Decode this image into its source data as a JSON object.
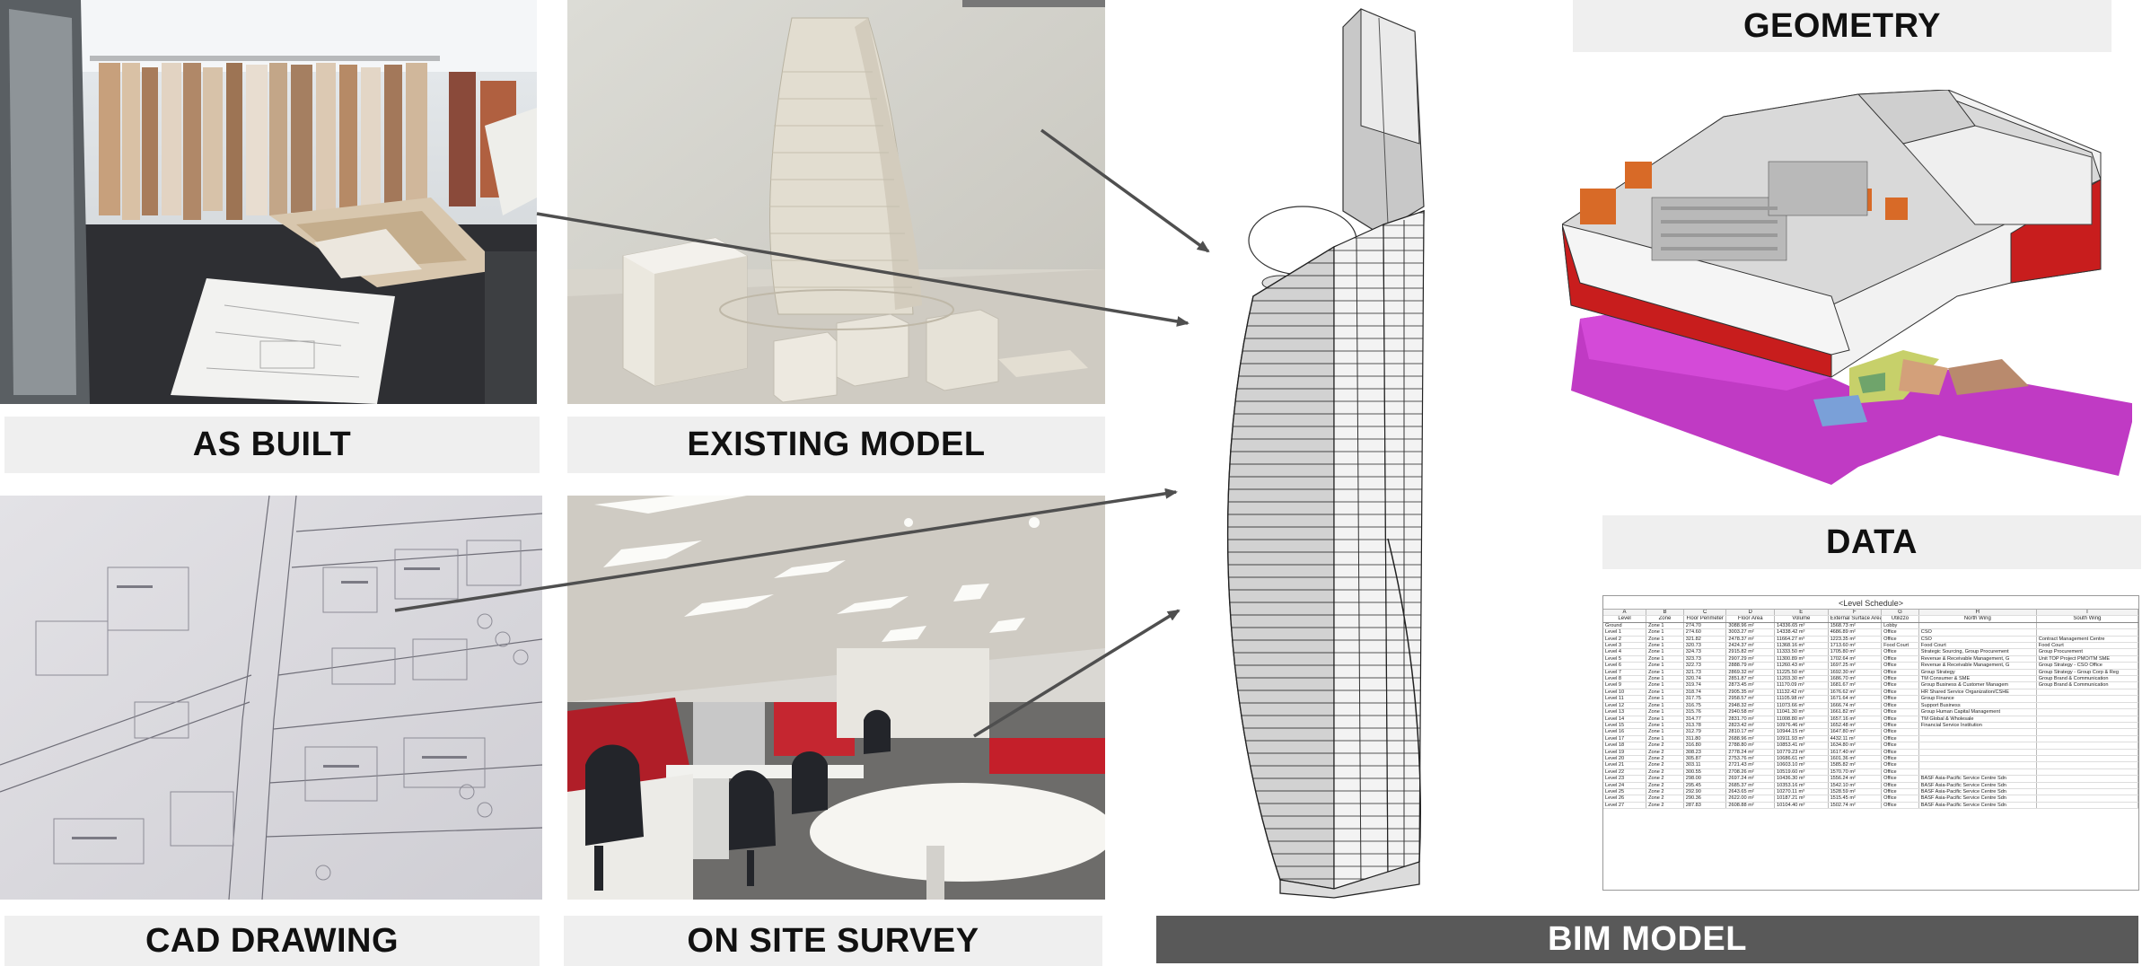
{
  "labels": {
    "as_built": "AS BUILT",
    "existing_model": "EXISTING MODEL",
    "cad_drawing": "CAD DRAWING",
    "on_site_survey": "ON SITE SURVEY",
    "geometry": "GEOMETRY",
    "data": "DATA",
    "bim_model": "BIM MODEL"
  },
  "schedule": {
    "title": "<Level Schedule>",
    "column_letters": [
      "A",
      "B",
      "C",
      "D",
      "E",
      "F",
      "G",
      "H",
      "I"
    ],
    "columns": [
      "Level",
      "Zone",
      "Floor Perimeter",
      "Floor Area",
      "Volume",
      "External Surface Area",
      "Utilizzo",
      "North Wing",
      "South Wing"
    ],
    "rows": [
      [
        "Ground",
        "Zone 1",
        "274.70",
        "3088.96 m²",
        "14336.65 m³",
        "1568.73 m²",
        "Lobby",
        "",
        ""
      ],
      [
        "Level 1",
        "Zone 1",
        "274.60",
        "3003.27 m²",
        "14338.42 m³",
        "4686.89 m²",
        "Office",
        "CSO",
        ""
      ],
      [
        "Level 2",
        "Zone 1",
        "321.82",
        "2478.37 m²",
        "11664.27 m³",
        "1223.35 m²",
        "Office",
        "CSO",
        "Contract Management Centre"
      ],
      [
        "Level 3",
        "Zone 1",
        "320.73",
        "2424.37 m²",
        "11368.16 m³",
        "1713.60 m²",
        "Food Court",
        "Food Court",
        "Food Court"
      ],
      [
        "Level 4",
        "Zone 1",
        "324.73",
        "2915.82 m²",
        "11333.50 m³",
        "1705.80 m²",
        "Office",
        "Strategic Sourcing, Group Procurement",
        "Group Procurement"
      ],
      [
        "Level 5",
        "Zone 1",
        "323.73",
        "2907.29 m²",
        "11300.89 m³",
        "1702.64 m²",
        "Office",
        "Revenue & Receivable Management, G",
        "Unit TOP Project PMO/TM SME"
      ],
      [
        "Level 6",
        "Zone 1",
        "322.73",
        "2888.79 m²",
        "11260.43 m³",
        "1697.25 m²",
        "Office",
        "Revenue & Receivable Management, G",
        "Group Strategy - CSO Office"
      ],
      [
        "Level 7",
        "Zone 1",
        "321.73",
        "2869.32 m²",
        "11225.50 m³",
        "1692.30 m²",
        "Office",
        "Group Strategy",
        "Group Strategy - Group Corp & Reg"
      ],
      [
        "Level 8",
        "Zone 1",
        "320.74",
        "2851.87 m²",
        "11203.30 m³",
        "1686.70 m²",
        "Office",
        "TM Consumer & SME",
        "Group Brand & Communication"
      ],
      [
        "Level 9",
        "Zone 1",
        "319.74",
        "2873.45 m²",
        "11170.09 m³",
        "1681.67 m²",
        "Office",
        "Group Business & Customer Managem",
        "Group Brand & Communication"
      ],
      [
        "Level 10",
        "Zone 1",
        "318.74",
        "2905.35 m²",
        "11132.42 m³",
        "1676.62 m²",
        "Office",
        "HR Shared Service Organization/CSHE",
        ""
      ],
      [
        "Level 11",
        "Zone 1",
        "317.75",
        "2958.57 m²",
        "11105.98 m³",
        "1671.64 m²",
        "Office",
        "Group Finance",
        ""
      ],
      [
        "Level 12",
        "Zone 1",
        "316.75",
        "2948.32 m²",
        "11073.66 m³",
        "1666.74 m²",
        "Office",
        "Support Business",
        ""
      ],
      [
        "Level 13",
        "Zone 1",
        "315.76",
        "2940.58 m²",
        "11041.30 m³",
        "1661.82 m²",
        "Office",
        "Group Human Capital Management",
        ""
      ],
      [
        "Level 14",
        "Zone 1",
        "314.77",
        "2831.70 m²",
        "11008.80 m³",
        "1657.16 m²",
        "Office",
        "TM Global & Wholesale",
        ""
      ],
      [
        "Level 15",
        "Zone 1",
        "313.78",
        "2823.42 m²",
        "10976.46 m³",
        "1652.48 m²",
        "Office",
        "Financial Service Institution",
        ""
      ],
      [
        "Level 16",
        "Zone 1",
        "312.79",
        "2810.17 m²",
        "10944.15 m³",
        "1647.80 m²",
        "Office",
        "",
        ""
      ],
      [
        "Level 17",
        "Zone 1",
        "311.80",
        "2688.96 m²",
        "10911.93 m³",
        "4432.11 m²",
        "Office",
        "",
        ""
      ],
      [
        "Level 18",
        "Zone 2",
        "316.80",
        "2788.80 m²",
        "10853.41 m³",
        "1634.80 m²",
        "Office",
        "",
        ""
      ],
      [
        "Level 19",
        "Zone 2",
        "308.23",
        "2778.24 m²",
        "10779.23 m³",
        "1617.40 m²",
        "Office",
        "",
        ""
      ],
      [
        "Level 20",
        "Zone 2",
        "305.87",
        "2753.76 m²",
        "10686.61 m³",
        "1601.36 m²",
        "Office",
        "",
        ""
      ],
      [
        "Level 21",
        "Zone 2",
        "303.11",
        "2721.43 m²",
        "10603.10 m³",
        "1585.82 m²",
        "Office",
        "",
        ""
      ],
      [
        "Level 22",
        "Zone 2",
        "300.55",
        "2708.26 m²",
        "10519.60 m³",
        "1570.70 m²",
        "Office",
        "",
        ""
      ],
      [
        "Level 23",
        "Zone 2",
        "298.00",
        "2697.24 m²",
        "10436.30 m³",
        "1556.24 m²",
        "Office",
        "BASF Asia-Pacific Service Centre Sdn",
        ""
      ],
      [
        "Level 24",
        "Zone 2",
        "295.45",
        "2685.37 m²",
        "10353.16 m³",
        "1542.10 m²",
        "Office",
        "BASF Asia-Pacific Service Centre Sdn",
        ""
      ],
      [
        "Level 25",
        "Zone 2",
        "292.90",
        "2643.65 m²",
        "10270.11 m³",
        "1528.59 m²",
        "Office",
        "BASF Asia-Pacific Service Centre Sdn",
        ""
      ],
      [
        "Level 26",
        "Zone 2",
        "290.36",
        "2622.00 m²",
        "10187.21 m³",
        "1515.45 m²",
        "Office",
        "BASF Asia-Pacific Service Centre Sdn",
        ""
      ],
      [
        "Level 27",
        "Zone 2",
        "287.83",
        "2608.88 m²",
        "10104.40 m³",
        "1502.74 m²",
        "Office",
        "BASF Asia-Pacific Service Centre Sdn",
        ""
      ]
    ]
  }
}
